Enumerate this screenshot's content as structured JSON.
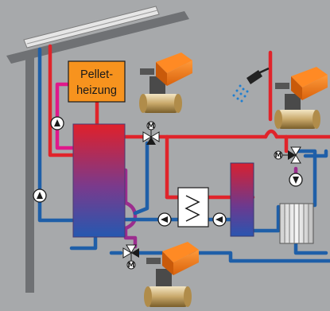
{
  "boiler": {
    "line1": "Pellet-",
    "line2": "heizung"
  },
  "valve_marker": "M",
  "colors": {
    "background": "#a7a9ab",
    "hot": "#e0242b",
    "cold": "#1f5fa8",
    "magenta": "#e0188a",
    "purple": "#9b2d8e",
    "actuator": "#f07d1a",
    "boiler_fill": "#f7931e"
  }
}
